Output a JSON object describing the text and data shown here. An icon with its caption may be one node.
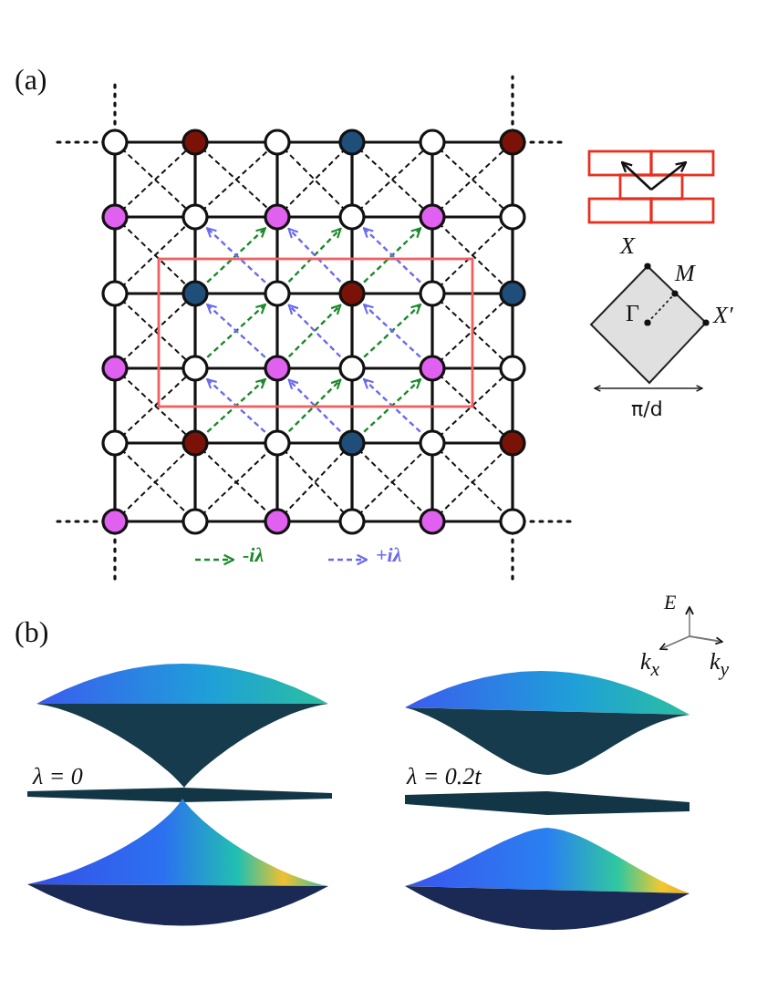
{
  "diagram": {
    "labels": [
      "(a)",
      "X",
      "M",
      "Γ",
      "X′",
      "π/d",
      "(b)",
      "E",
      "k$_{x}$",
      "k$_{y}$",
      "λ = 0",
      "λ = 0.2t"
    ],
    "legend": [
      {
        "text": "-iλ"
      },
      {
        "text": "+iλ"
      }
    ]
  }
}
